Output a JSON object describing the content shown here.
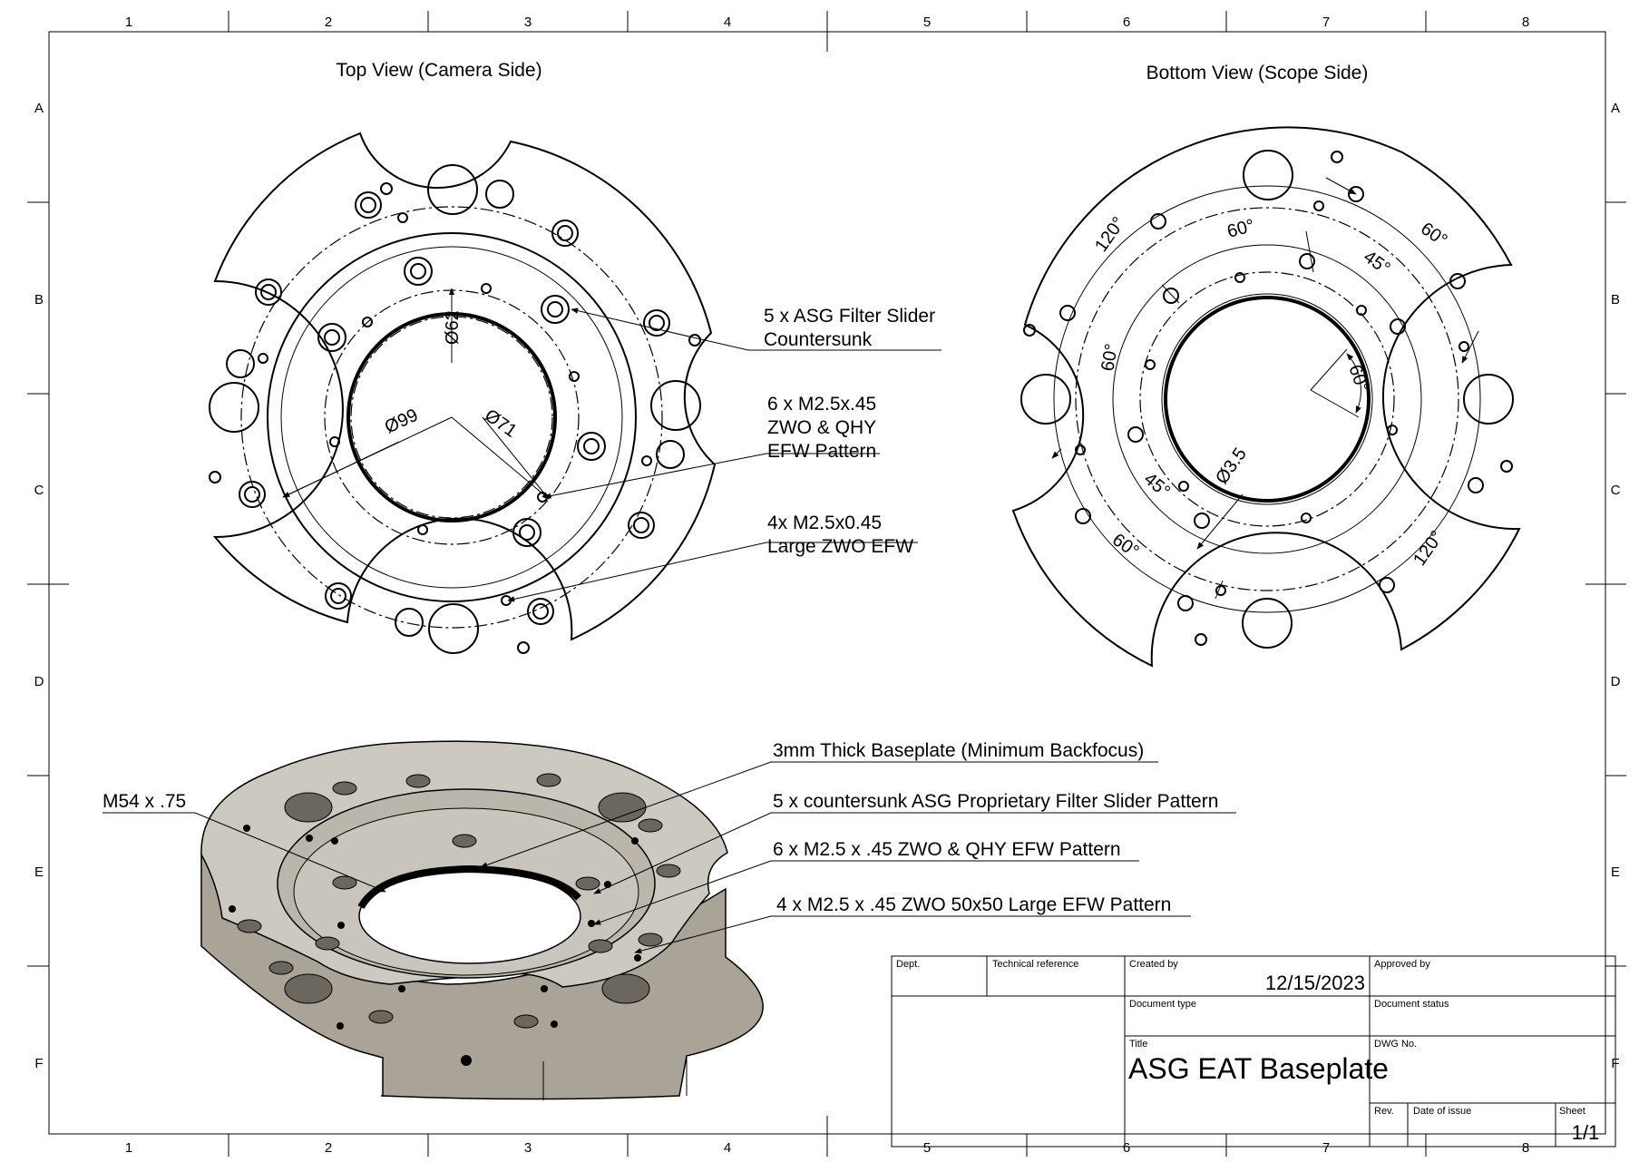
{
  "frame": {
    "col_labels": [
      "1",
      "2",
      "3",
      "4",
      "5",
      "6",
      "7",
      "8"
    ],
    "row_labels": [
      "A",
      "B",
      "C",
      "D",
      "E",
      "F"
    ]
  },
  "views": {
    "top_title": "Top View (Camera Side)",
    "bottom_title": "Bottom View (Scope Side)"
  },
  "top_view_dims": {
    "d62": "Ø62",
    "d99": "Ø99",
    "d71": "Ø71"
  },
  "bottom_view_dims": {
    "a120_top": "120°",
    "a60_top": "60°",
    "a60_right": "60°",
    "a45_top": "45°",
    "a60_left": "60°",
    "a60_inner": "60°",
    "d35": "Ø3.5",
    "a45_bottom": "45°",
    "a60_bottom": "60°",
    "a120_bottom": "120°"
  },
  "callouts": {
    "filter_slider_1": "5 x ASG Filter Slider",
    "filter_slider_2": "Countersunk",
    "m25_1": "6 x M2.5x.45",
    "m25_2": "ZWO & QHY",
    "m25_3": "EFW Pattern",
    "large_1": "4x M2.5x0.45",
    "large_2": "Large ZWO EFW",
    "iso_thick": "3mm Thick Baseplate (Minimum Backfocus)",
    "iso_slider": "5 x countersunk ASG Proprietary Filter Slider Pattern",
    "iso_zwo_qhy": "6 x M2.5 x .45  ZWO & QHY EFW Pattern",
    "iso_large": "4 x M2.5 x .45  ZWO 50x50 Large EFW Pattern",
    "iso_m54": "M54 x .75"
  },
  "title_block": {
    "dept_label": "Dept.",
    "tech_ref_label": "Technical reference",
    "created_by_label": "Created by",
    "created_date": "12/15/2023",
    "approved_by_label": "Approved by",
    "doc_type_label": "Document type",
    "doc_status_label": "Document status",
    "title_label": "Title",
    "title": "ASG EAT Baseplate",
    "dwg_no_label": "DWG No.",
    "rev_label": "Rev.",
    "date_issue_label": "Date of issue",
    "sheet_label": "Sheet",
    "sheet": "1/1"
  },
  "colors": {
    "line": "#000000",
    "part_face": "#cdc9c0",
    "part_side": "#a9a497",
    "part_inner": "#bab6ac"
  }
}
